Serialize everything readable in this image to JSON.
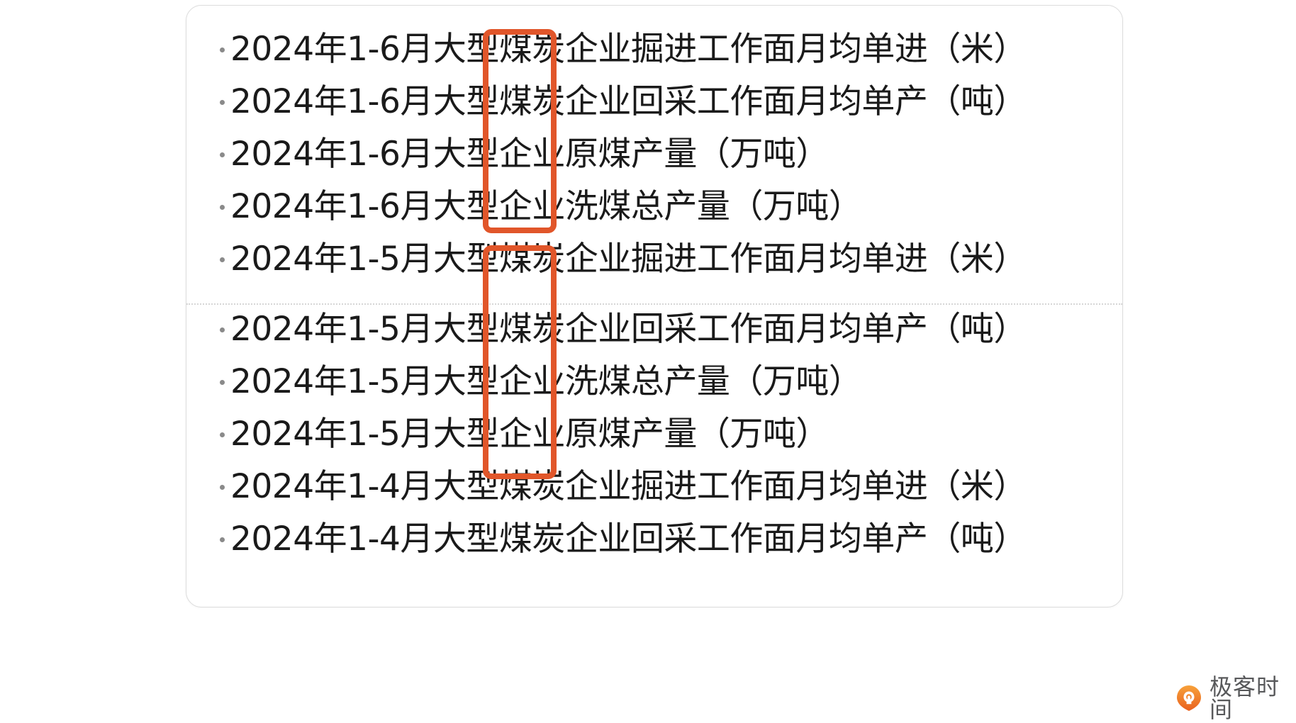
{
  "card": {
    "divider_after_index": 4,
    "items": [
      {
        "bullet": "bullet-dot",
        "text": "2024年1-6月大型煤炭企业掘进工作面月均单进（米）"
      },
      {
        "bullet": "bullet-dot",
        "text": "2024年1-6月大型煤炭企业回采工作面月均单产（吨）"
      },
      {
        "bullet": "bullet-dot",
        "text": "2024年1-6月大型企业原煤产量（万吨）"
      },
      {
        "bullet": "bullet-dot",
        "text": "2024年1-6月大型企业洗煤总产量（万吨）"
      },
      {
        "bullet": "bullet-dot",
        "text": "2024年1-5月大型煤炭企业掘进工作面月均单进（米）"
      },
      {
        "bullet": "bullet-dot",
        "text": "2024年1-5月大型煤炭企业回采工作面月均单产（吨）"
      },
      {
        "bullet": "bullet-dot",
        "text": "2024年1-5月大型企业洗煤总产量（万吨）"
      },
      {
        "bullet": "bullet-dot",
        "text": "2024年1-5月大型企业原煤产量（万吨）"
      },
      {
        "bullet": "bullet-dot",
        "text": "2024年1-4月大型煤炭企业掘进工作面月均单进（米）"
      },
      {
        "bullet": "bullet-dot",
        "text": "2024年1-4月大型煤炭企业回采工作面月均单产（吨）"
      }
    ]
  },
  "annotations": [
    {
      "label": "1-6月",
      "color": "#e1562a",
      "covers_rows": "1-4"
    },
    {
      "label": "1-5月",
      "color": "#e1562a",
      "covers_rows": "5-8"
    }
  ],
  "watermark": {
    "logo_icon": "geektime-pin-logo-icon",
    "text": "极客时间",
    "logo_color": "#f08a24",
    "text_color": "#58595b"
  }
}
